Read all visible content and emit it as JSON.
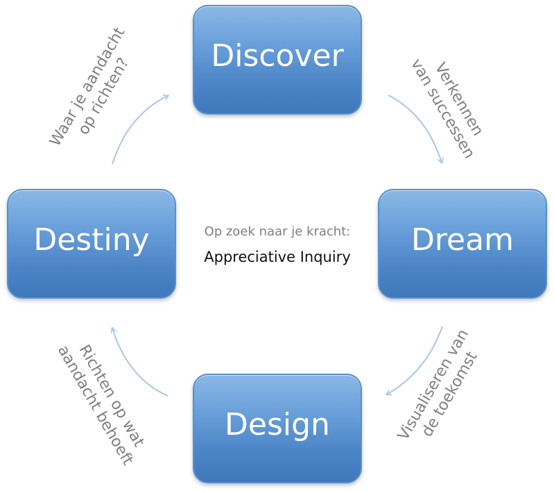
{
  "stages": {
    "discover": "Discover",
    "dream": "Dream",
    "design": "Design",
    "destiny": "Destiny"
  },
  "center": {
    "subtitle": "Op zoek naar je kracht:",
    "title": "Appreciative Inquiry"
  },
  "transitions": {
    "discover_to_dream": [
      "Verkennen",
      "van successen"
    ],
    "dream_to_design": [
      "Visualiseren van",
      "de toekomst"
    ],
    "design_to_destiny": [
      "Richten op wat",
      "aandacht behoeft"
    ],
    "destiny_to_discover": [
      "Waar je aandacht",
      "op richten?"
    ]
  },
  "colors": {
    "box_fill": "#5b93d3",
    "box_border": "#5a8ec8",
    "box_text": "#ffffff",
    "arrow": "#a9c6e6",
    "label_text": "#7f7f7f",
    "title_text": "#111111"
  }
}
